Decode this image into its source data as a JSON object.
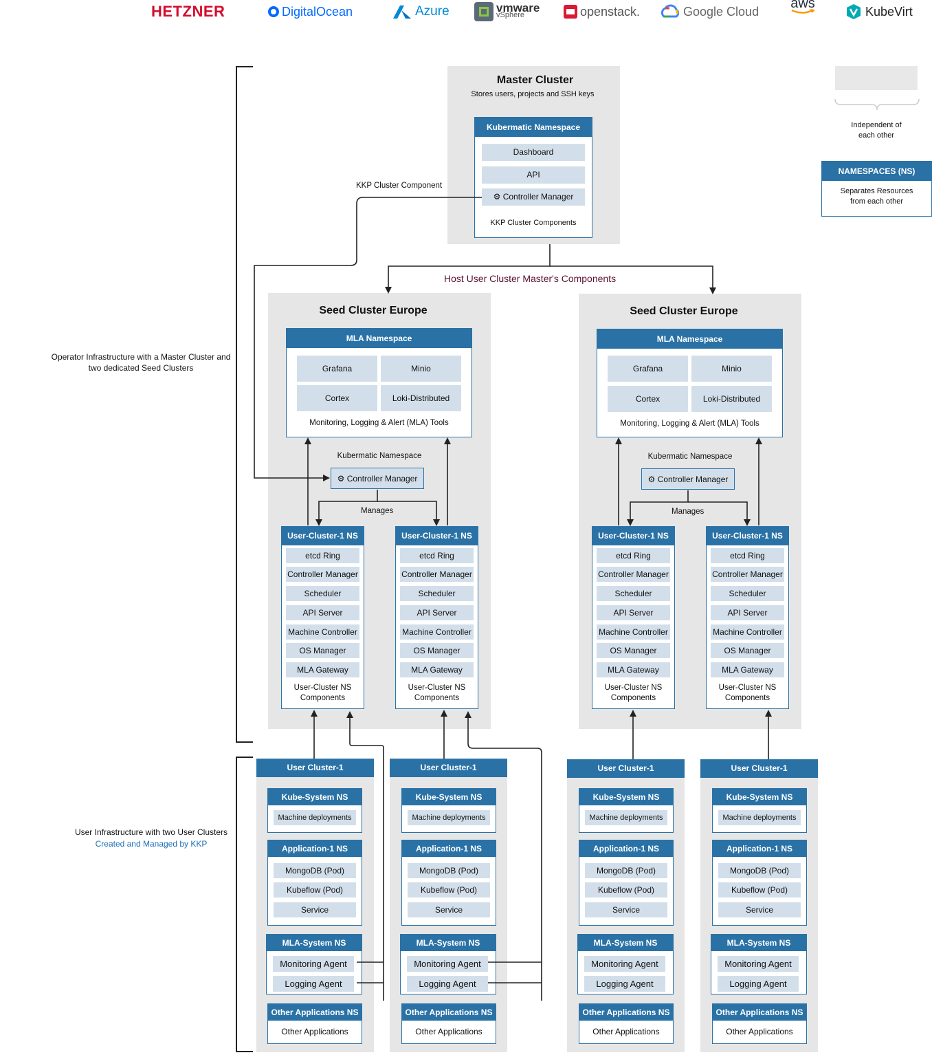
{
  "providers": [
    "HETZNER",
    "DigitalOcean",
    "Azure",
    "vmware",
    "vSphere",
    "openstack.",
    "Google Cloud",
    "aws",
    "KubeVirt"
  ],
  "legend": {
    "independent": "Independent of each other",
    "ns_title": "NAMESPACES (NS)",
    "ns_desc": "Separates Resources from each other"
  },
  "left_labels": {
    "operator": "Operator Infrastructure with a Master Cluster and two dedicated Seed Clusters",
    "user_infra": "User Infrastructure with two User Clusters",
    "user_infra_sub": "Created and Managed by KKP"
  },
  "master": {
    "title": "Master Cluster",
    "subtitle": "Stores users, projects and SSH keys",
    "ns_title": "Kubermatic Namespace",
    "items": [
      "Dashboard",
      "API",
      "Controller Manager"
    ],
    "footer": "KKP Cluster Components"
  },
  "labels": {
    "kkp_component": "KKP Cluster Component",
    "host": "Host User Cluster Master's Components",
    "manages": "Manages"
  },
  "seed": {
    "title": "Seed Cluster Europe",
    "mla_ns": "MLA Namespace",
    "mla_items": [
      "Grafana",
      "Minio",
      "Cortex",
      "Loki-Distributed"
    ],
    "mla_footer": "Monitoring, Logging & Alert (MLA) Tools",
    "kubermatic_ns": "Kubermatic Namespace",
    "controller_manager": "Controller Manager"
  },
  "ucns": {
    "title": "User-Cluster-1 NS",
    "items": [
      "etcd Ring",
      "Controller Manager",
      "Scheduler",
      "API Server",
      "Machine Controller",
      "OS Manager",
      "MLA Gateway"
    ],
    "footer": "User-Cluster NS Components"
  },
  "user_cluster": {
    "title": "User Cluster-1",
    "kube_system": {
      "title": "Kube-System NS",
      "items": [
        "Machine deployments"
      ]
    },
    "application": {
      "title": "Application-1 NS",
      "items": [
        "MongoDB (Pod)",
        "Kubeflow (Pod)",
        "Service"
      ]
    },
    "mla_system": {
      "title": "MLA-System NS",
      "items": [
        "Monitoring Agent",
        "Logging Agent"
      ]
    },
    "other": {
      "title": "Other Applications NS",
      "items": [
        "Other Applications"
      ]
    }
  },
  "colors": {
    "blue": "#2a72a6",
    "light_blue": "#d2dfea",
    "grey": "#e6e6e6",
    "host_label": "#5a1030",
    "link_blue": "#1f6fb5"
  }
}
